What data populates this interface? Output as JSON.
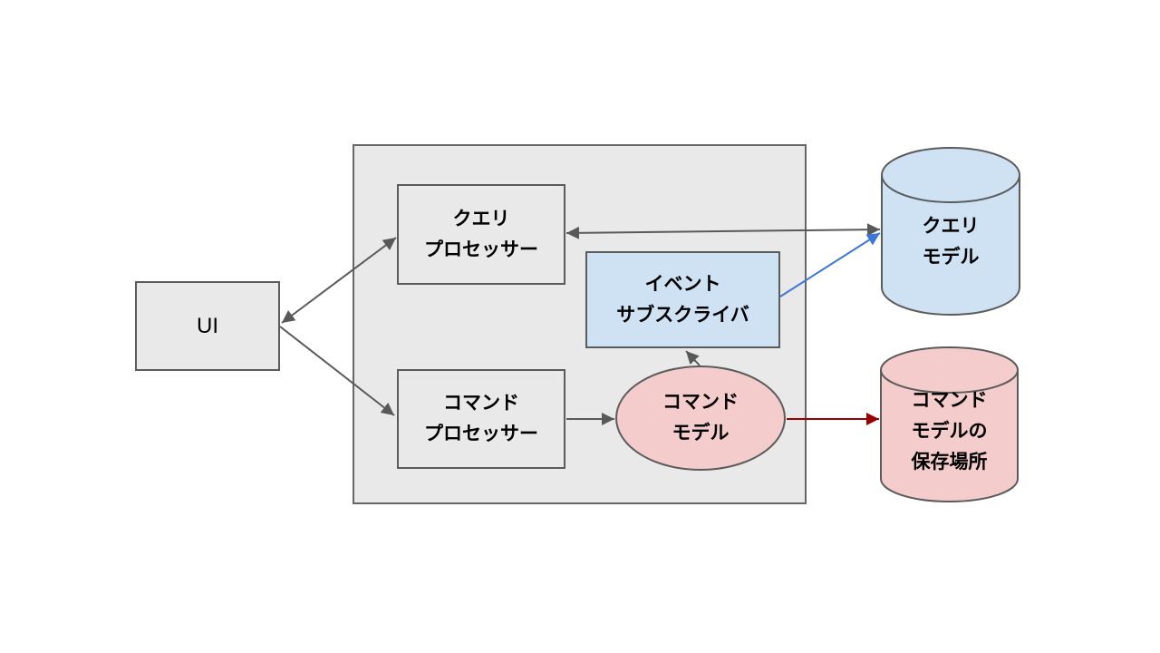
{
  "diagram": {
    "nodes": {
      "ui": {
        "label": "UI",
        "shape": "rect",
        "fill": "#e9e9e9"
      },
      "query_processor": {
        "label": "クエリ\nプロセッサー",
        "shape": "rect",
        "fill": "#e9e9e9"
      },
      "command_processor": {
        "label": "コマンド\nプロセッサー",
        "shape": "rect",
        "fill": "#e9e9e9"
      },
      "event_subscriber": {
        "label": "イベント\nサブスクライバ",
        "shape": "rect",
        "fill": "#cfe2f3"
      },
      "command_model": {
        "label": "コマンド\nモデル",
        "shape": "ellipse",
        "fill": "#f4cccc"
      },
      "query_model": {
        "label": "クエリ\nモデル",
        "shape": "cylinder",
        "fill": "#cfe2f3"
      },
      "command_model_store": {
        "label": "コマンド\nモデルの\n保存場所",
        "shape": "cylinder",
        "fill": "#f4cccc"
      }
    },
    "boundary": {
      "fill": "#e9e9e9"
    },
    "edges": [
      {
        "from": "ui",
        "to": "query_processor",
        "direction": "both",
        "color": "#595959"
      },
      {
        "from": "ui",
        "to": "command_processor",
        "direction": "forward",
        "color": "#595959"
      },
      {
        "from": "query_processor",
        "to": "query_model",
        "direction": "both",
        "color": "#595959"
      },
      {
        "from": "command_processor",
        "to": "command_model",
        "direction": "forward",
        "color": "#595959"
      },
      {
        "from": "command_model",
        "to": "event_subscriber",
        "direction": "forward",
        "color": "#595959"
      },
      {
        "from": "command_model",
        "to": "command_model_store",
        "direction": "forward",
        "color": "#990000"
      },
      {
        "from": "event_subscriber",
        "to": "query_model",
        "direction": "forward",
        "color": "#3c78d8"
      }
    ],
    "colors": {
      "arrow_gray": "#595959",
      "arrow_blue": "#3c78d8",
      "arrow_red": "#990000",
      "box_border": "#5b5b5b",
      "blue_fill": "#cfe2f3",
      "pink_fill": "#f4cccc",
      "gray_fill": "#e9e9e9"
    }
  }
}
